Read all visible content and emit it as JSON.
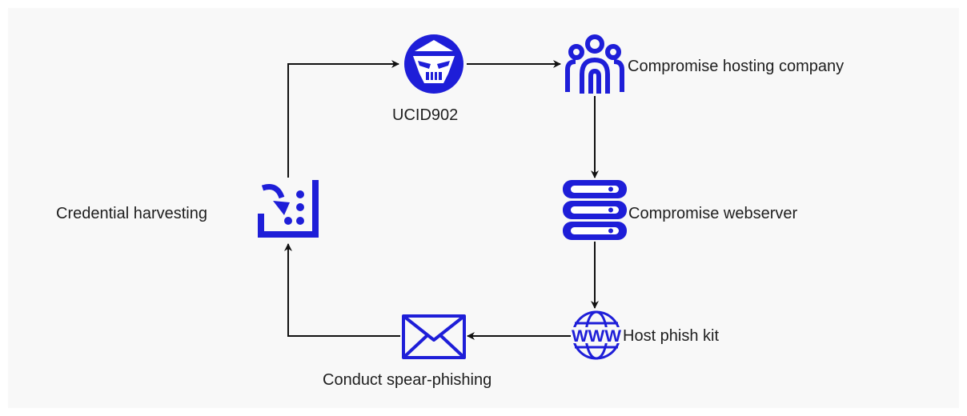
{
  "colors": {
    "icon": "#1e1ed8",
    "edge": "#111111",
    "text": "#1e1e1e",
    "background": "#f8f8f8"
  },
  "nodes": {
    "ucid": {
      "label": "UCID902",
      "icon": "masked-actor-icon"
    },
    "hosting": {
      "label": "Compromise hosting company",
      "icon": "users-group-icon"
    },
    "webserver": {
      "label": "Compromise webserver",
      "icon": "server-icon"
    },
    "phishkit": {
      "label": "Host phish kit",
      "icon": "www-globe-icon"
    },
    "spear": {
      "label": "Conduct spear-phishing",
      "icon": "envelope-icon"
    },
    "harvest": {
      "label": "Credential harvesting",
      "icon": "harvest-icon"
    }
  },
  "edges": [
    {
      "from": "harvest",
      "to": "ucid"
    },
    {
      "from": "ucid",
      "to": "hosting"
    },
    {
      "from": "hosting",
      "to": "webserver"
    },
    {
      "from": "webserver",
      "to": "phishkit"
    },
    {
      "from": "phishkit",
      "to": "spear"
    },
    {
      "from": "spear",
      "to": "harvest"
    }
  ]
}
